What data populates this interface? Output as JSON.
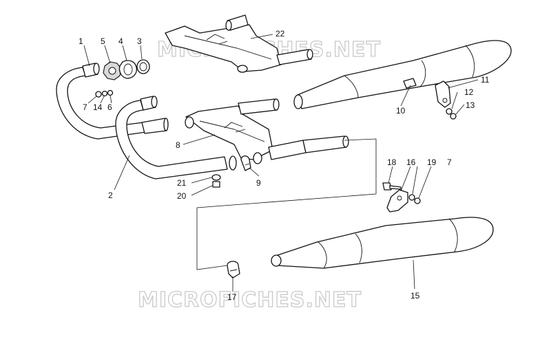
{
  "diagram": {
    "watermarks": [
      "MICROFICHES.NET",
      "MICROFICHES.NET"
    ],
    "callouts": [
      "1",
      "5",
      "4",
      "3",
      "22",
      "7",
      "14",
      "6",
      "11",
      "12",
      "13",
      "10",
      "8",
      "18",
      "16",
      "19",
      "7",
      "21",
      "20",
      "9",
      "2",
      "17",
      "15"
    ]
  },
  "colors": {
    "line": "#111111",
    "watermark_outline": "#c9c9c9",
    "background": "#ffffff"
  }
}
